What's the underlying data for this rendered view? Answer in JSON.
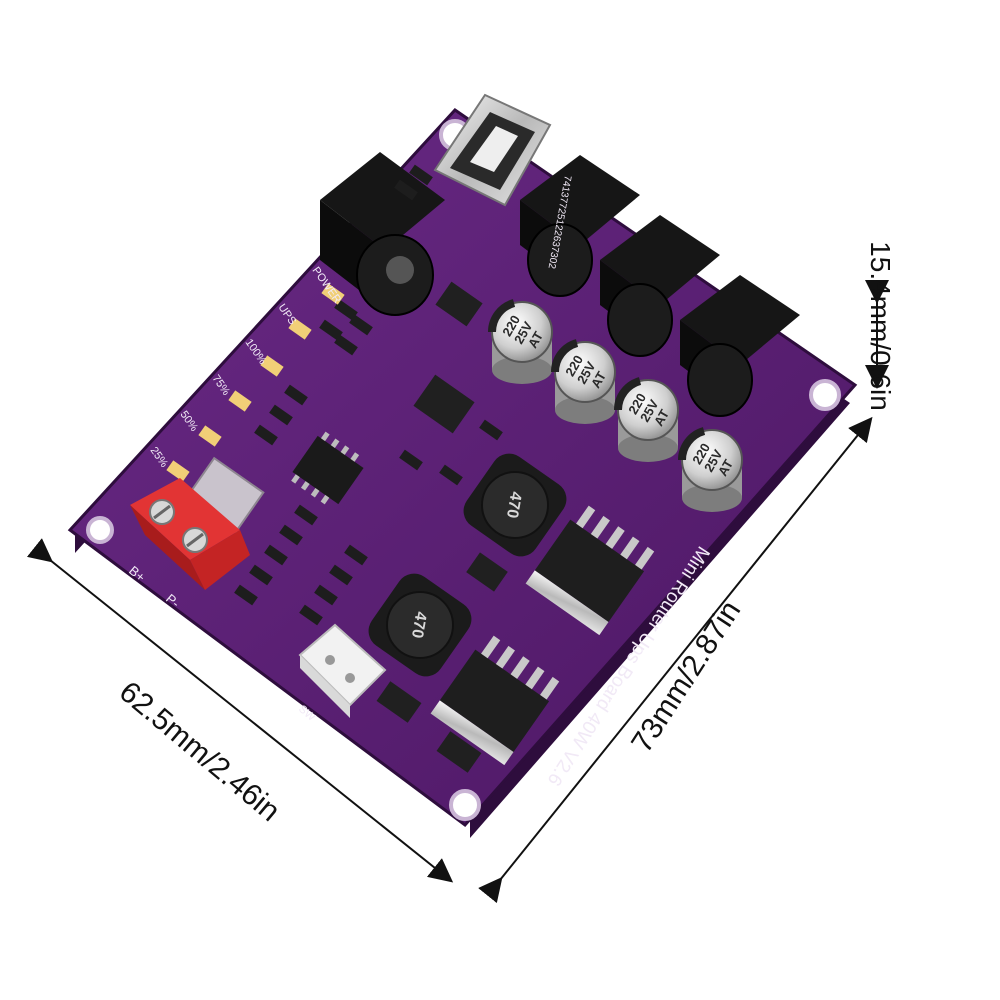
{
  "dimensions": {
    "width_label": "62.5mm/2.46in",
    "length_label": "73mm/2.87in",
    "height_label": "15.4mm/0.6in"
  },
  "board": {
    "name_label": "Mini Router Ups Board 40W V2.6",
    "led_labels": [
      "POWER",
      "UPS",
      "100%",
      "75%",
      "50%",
      "25%"
    ],
    "terminal_plus": "B+",
    "terminal_minus": "P-",
    "switch_label": "SW",
    "serial_text": "74137725122637302",
    "capacitor_lines": [
      "220",
      "25V",
      "AT"
    ],
    "inductor_value": "470",
    "colors": {
      "pcb": "#5a1e73",
      "pcb_edge": "#2e0d3d",
      "terminal": "#d62828",
      "connector": "#f2f2f2"
    }
  }
}
